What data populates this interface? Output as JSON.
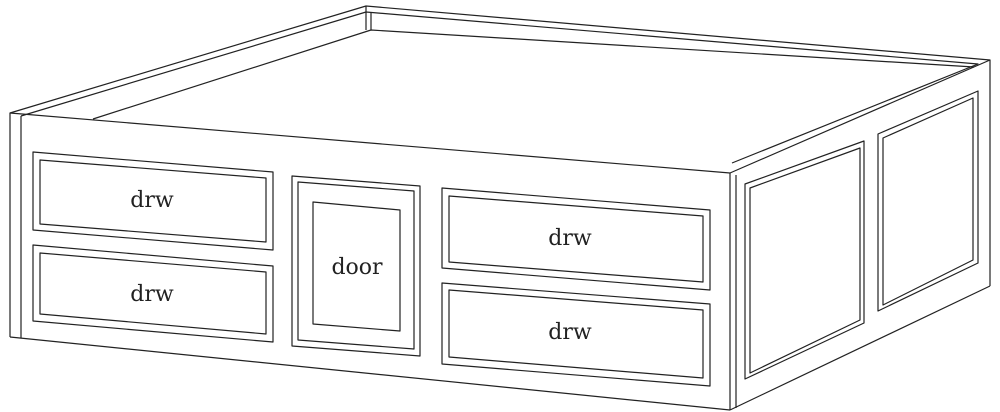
{
  "labels": {
    "drawer_top_left": "drw",
    "drawer_bottom_left": "drw",
    "door_center": "door",
    "drawer_top_right": "drw",
    "drawer_bottom_right": "drw"
  }
}
